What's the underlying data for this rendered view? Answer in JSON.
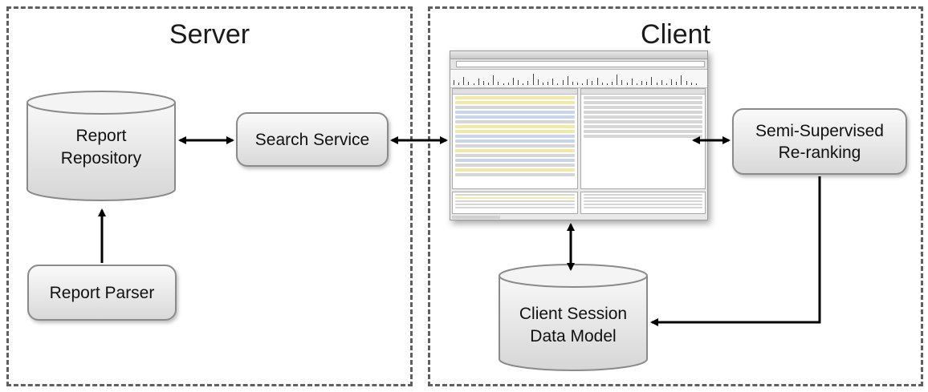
{
  "regions": {
    "server_title": "Server",
    "client_title": "Client"
  },
  "nodes": {
    "report_repository": "Report\nRepository",
    "search_service": "Search Service",
    "report_parser": "Report Parser",
    "semi_supervised_reranking": "Semi-Supervised\nRe-ranking",
    "client_session_data_model": "Client Session\nData Model"
  },
  "screenshot": {
    "icon": "application-window-screenshot"
  },
  "colors": {
    "border_dashed": "#606060",
    "box_fill_top": "#fafafa",
    "box_fill_bottom": "#d9d9d9",
    "arrow": "#000000"
  }
}
